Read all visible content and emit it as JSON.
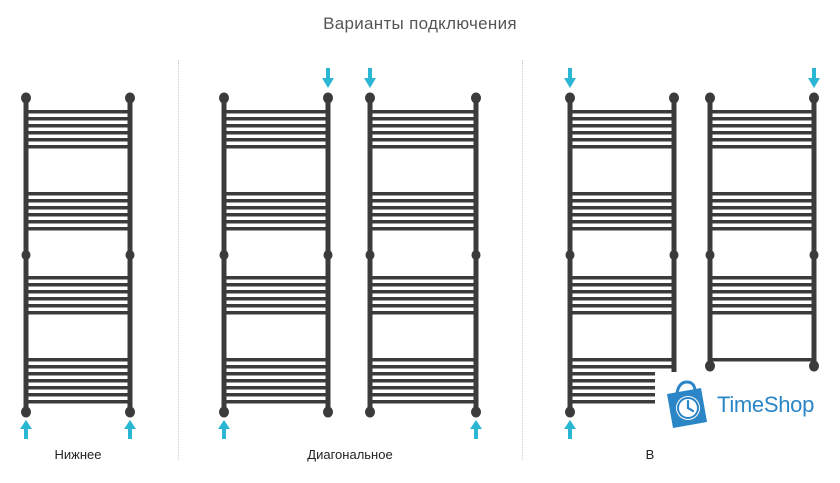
{
  "title": "Варианты подключения",
  "captions": {
    "bottom": "Нижнее",
    "diagonal": "Диагональное",
    "side": "В"
  },
  "logo": {
    "text": "TimeShop",
    "icon": "shopping-bag-clock-icon"
  },
  "colors": {
    "rail": "#3b3b3b",
    "arrow": "#2bb7d3",
    "title": "#555555",
    "logo": "#2a86c6"
  },
  "radiators": [
    {
      "name": "bottom",
      "arrows": [
        "bottom-left",
        "bottom-right"
      ]
    },
    {
      "name": "diagonal-a",
      "arrows": [
        "top-right",
        "bottom-left"
      ]
    },
    {
      "name": "diagonal-b",
      "arrows": [
        "top-left",
        "bottom-right"
      ]
    },
    {
      "name": "side-a",
      "arrows": [
        "top-left",
        "bottom-left"
      ]
    },
    {
      "name": "side-b",
      "arrows": [
        "top-right"
      ]
    }
  ]
}
